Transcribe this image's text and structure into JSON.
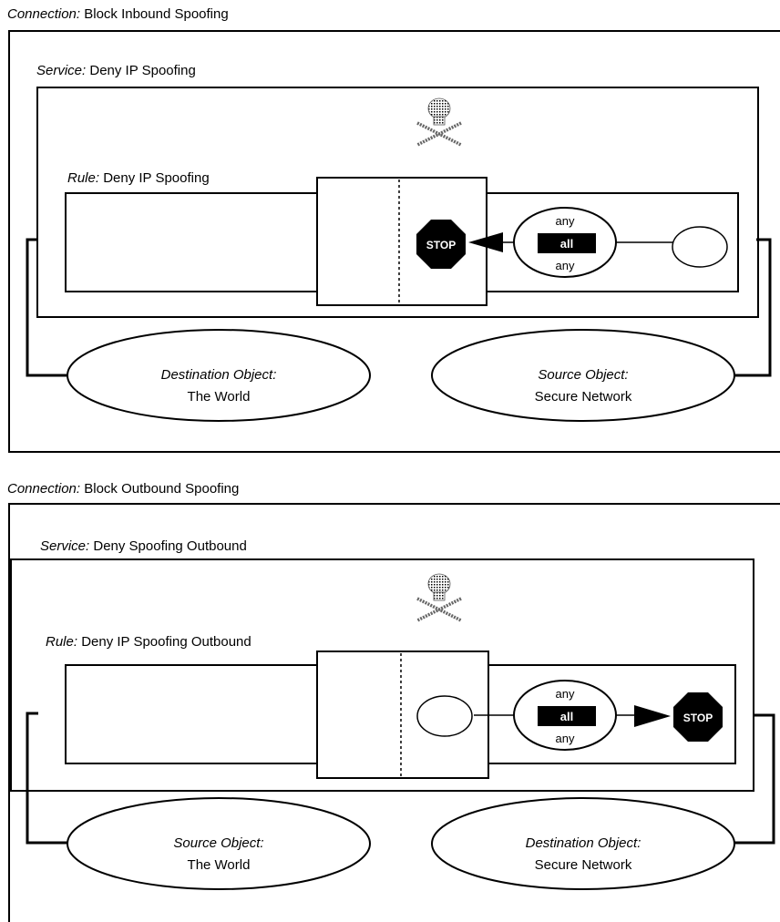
{
  "panels": [
    {
      "connection": {
        "label": "Connection:",
        "name": "Block Inbound Spoofing"
      },
      "service": {
        "label": "Service:",
        "name": "Deny IP Spoofing"
      },
      "rule": {
        "label": "Rule:",
        "name": "Deny IP Spoofing"
      },
      "left_object": {
        "role": "Destination Object:",
        "name": "The World"
      },
      "right_object": {
        "role": "Source Object:",
        "name": "Secure Network"
      },
      "flow": {
        "top": "any",
        "middle": "all",
        "bottom": "any",
        "stop": "STOP",
        "direction": "inbound"
      },
      "icons": [
        "skull-crossbones-icon",
        "stop-sign-icon"
      ]
    },
    {
      "connection": {
        "label": "Connection:",
        "name": "Block Outbound Spoofing"
      },
      "service": {
        "label": "Service:",
        "name": "Deny Spoofing Outbound"
      },
      "rule": {
        "label": "Rule:",
        "name": "Deny IP Spoofing Outbound"
      },
      "left_object": {
        "role": "Source Object:",
        "name": "The World"
      },
      "right_object": {
        "role": "Destination Object:",
        "name": "Secure Network"
      },
      "flow": {
        "top": "any",
        "middle": "all",
        "bottom": "any",
        "stop": "STOP",
        "direction": "outbound"
      },
      "icons": [
        "skull-crossbones-icon",
        "stop-sign-icon"
      ]
    }
  ]
}
